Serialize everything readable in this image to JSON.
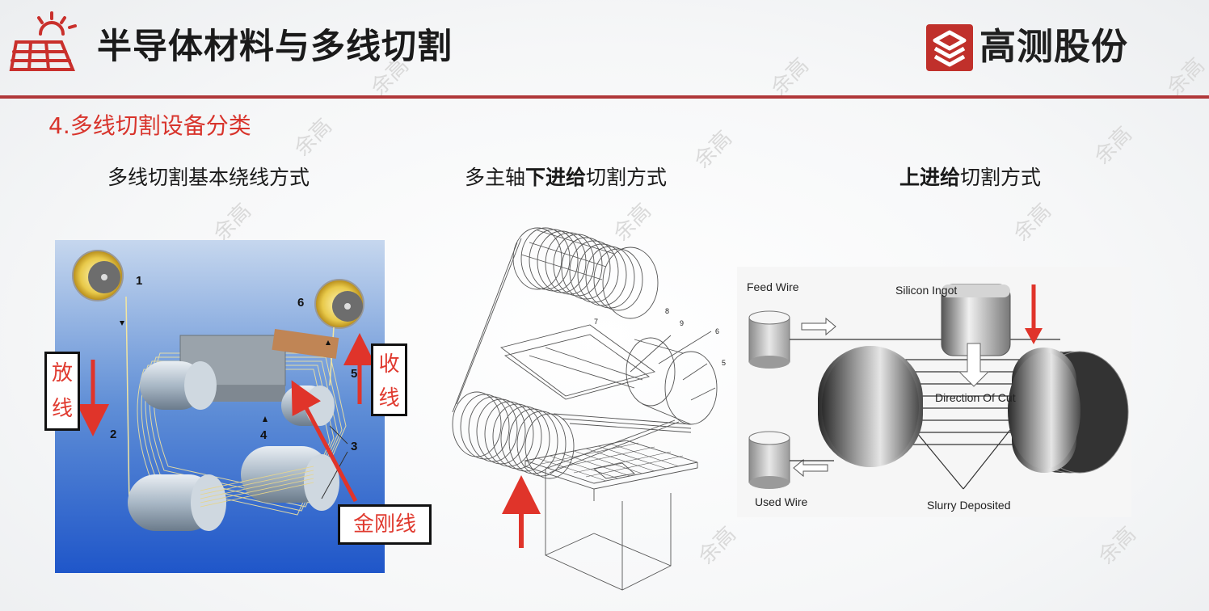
{
  "header": {
    "title": "半导体材料与多线切割",
    "brand": "高测股份",
    "accent_color": "#b0383a",
    "logo_icon": "solar-panel-icon"
  },
  "section_title": "4.多线切割设备分类",
  "panels": {
    "left": {
      "caption": "多线切割基本绕线方式",
      "numbers": [
        "1",
        "2",
        "3",
        "4",
        "5",
        "6"
      ],
      "label_pay_out": "放线",
      "label_take_up": "收线",
      "label_diamond_wire": "金刚线"
    },
    "middle": {
      "caption_pre": "多主轴",
      "caption_bold": "下进给",
      "caption_post": "切割方式",
      "numbers": [
        "7",
        "8",
        "9",
        "6",
        "5"
      ]
    },
    "right": {
      "caption_bold": "上进给",
      "caption_post": "切割方式",
      "labels": {
        "feed_wire": "Feed Wire",
        "silicon_ingot": "Silicon Ingot",
        "direction_of_cut": "Direction Of Cut",
        "used_wire": "Used Wire",
        "slurry_deposited": "Slurry Deposited"
      }
    }
  },
  "watermark": "余高"
}
